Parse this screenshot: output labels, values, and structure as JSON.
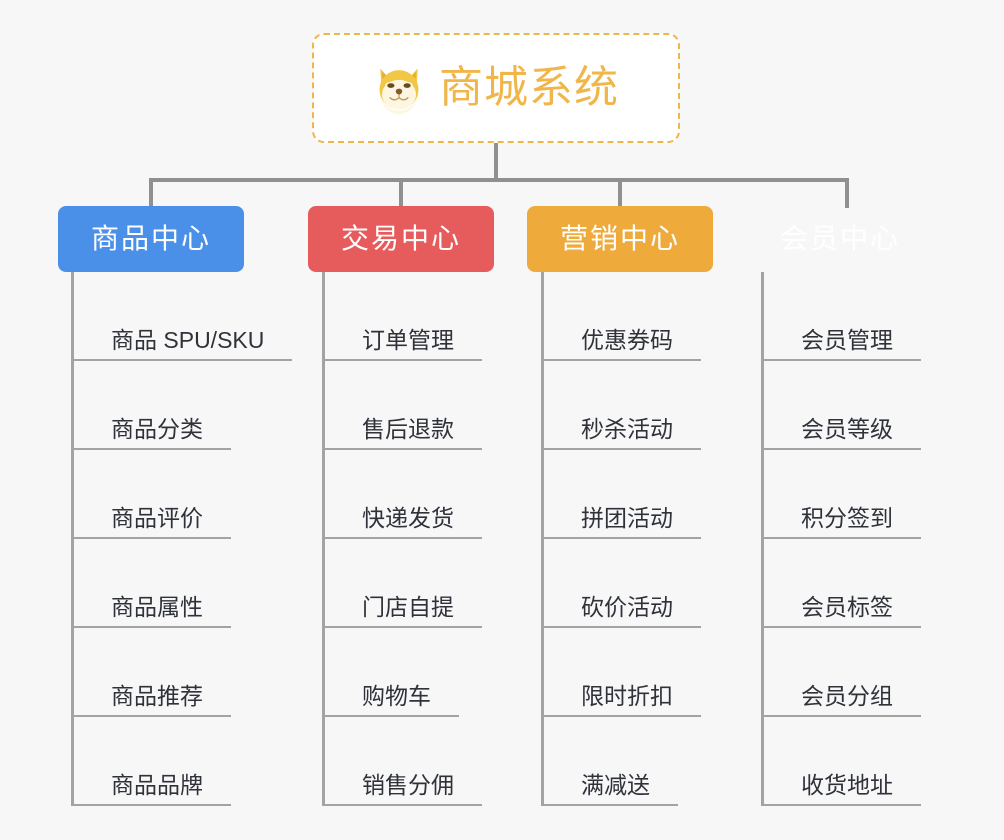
{
  "root": {
    "title": "商城系统",
    "icon": "shiba-dog-icon",
    "border_color": "#f0b64a",
    "text_color": "#f0b64a",
    "background": "#ffffff"
  },
  "canvas": {
    "background": "#f7f7f7",
    "line_color": "#909090",
    "sub_line_color": "#a3a3a3"
  },
  "branches": [
    {
      "label": "商品中心",
      "color": "#4a90e8",
      "items": [
        "商品 SPU/SKU",
        "商品分类",
        "商品评价",
        "商品属性",
        "商品推荐",
        "商品品牌"
      ]
    },
    {
      "label": "交易中心",
      "color": "#e65c5c",
      "items": [
        "订单管理",
        "售后退款",
        "快递发货",
        "门店自提",
        "购物车",
        "销售分佣"
      ]
    },
    {
      "label": "营销中心",
      "color": "#eeab3c",
      "items": [
        "优惠券码",
        "秒杀活动",
        "拼团活动",
        "砍价活动",
        "限时折扣",
        "满减送"
      ]
    },
    {
      "label": "会员中心",
      "color": "#77c košt"
    }
  ]
}
